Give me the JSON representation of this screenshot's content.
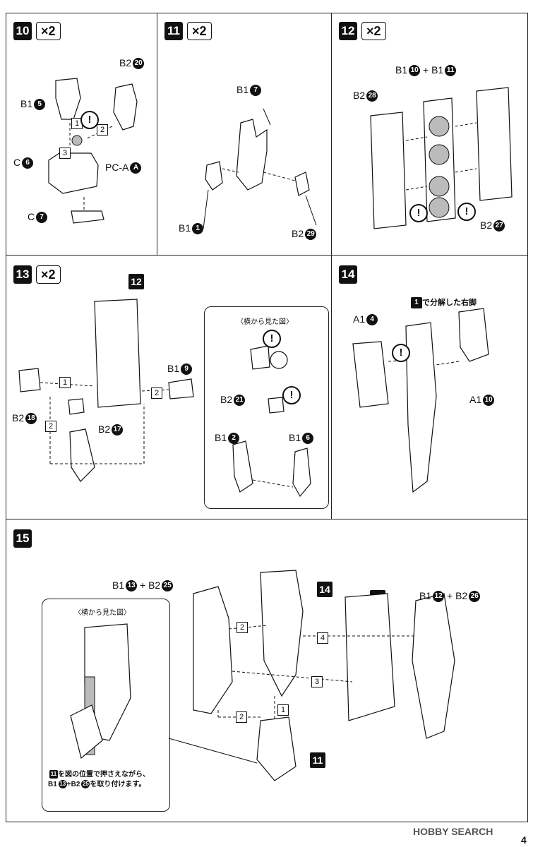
{
  "steps": {
    "s10": {
      "num": "10",
      "mult": "×2",
      "labels": {
        "b2_20": "B2",
        "b2_20_n": "20",
        "b1_5": "B1",
        "b1_5_n": "5",
        "c6": "C",
        "c6_n": "6",
        "pca": "PC-A",
        "pca_n": "A",
        "c7": "C",
        "c7_n": "7"
      },
      "order": [
        "1",
        "2",
        "3"
      ]
    },
    "s11": {
      "num": "11",
      "mult": "×2",
      "labels": {
        "b1_7": "B1",
        "b1_7_n": "7",
        "b1_1": "B1",
        "b1_1_n": "1",
        "b2_29": "B2",
        "b2_29_n": "29"
      }
    },
    "s12": {
      "num": "12",
      "mult": "×2",
      "labels": {
        "b1_pair": "B1",
        "b1_pair_a": "10",
        "plus": "+ B1",
        "b1_pair_b": "11",
        "b2_28": "B2",
        "b2_28_n": "28",
        "b2_27": "B2",
        "b2_27_n": "27"
      }
    },
    "s13": {
      "num": "13",
      "mult": "×2",
      "ref": "12",
      "labels": {
        "b1_9": "B1",
        "b1_9_n": "9",
        "b2_18": "B2",
        "b2_18_n": "18",
        "b2_17": "B2",
        "b2_17_n": "17",
        "b2_21": "B2",
        "b2_21_n": "21",
        "b1_2": "B1",
        "b1_2_n": "2",
        "b1_6": "B1",
        "b1_6_n": "6"
      },
      "inset_title": "〈横から見た図〉",
      "order": [
        "1",
        "2",
        "2"
      ]
    },
    "s14": {
      "num": "14",
      "labels": {
        "a1_4": "A1",
        "a1_4_n": "4",
        "a1_10": "A1",
        "a1_10_n": "10",
        "right_leg": "で分解した右脚",
        "right_leg_ref": "1"
      }
    },
    "s15": {
      "num": "15",
      "ref14": "14",
      "ref13": "13",
      "ref11": "11",
      "labels": {
        "b1_13": "B1",
        "b1_13_n": "13",
        "plus1": "+ B2",
        "b2_25": "25",
        "b1_12": "B1",
        "b1_12_n": "12",
        "plus2": "+ B2",
        "b2_26": "26"
      },
      "inset_title": "〈横から見た図〉",
      "note_line1": "を図の位置で押さえながら、",
      "note_ref": "11",
      "note_line2a": "B1",
      "note_line2b": "13",
      "note_line2c": "+B2",
      "note_line2d": "25",
      "note_line2e": "を取り付けます。",
      "order": [
        "2",
        "4",
        "3",
        "1",
        "2"
      ]
    }
  },
  "footer": {
    "brand": "HOBBY SEARCH",
    "page": "4"
  }
}
